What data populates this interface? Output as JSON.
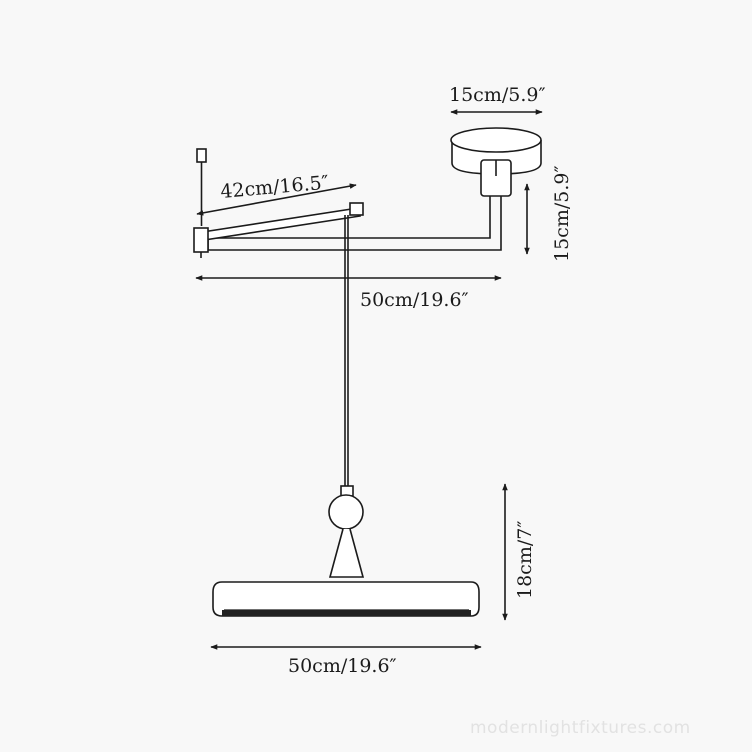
{
  "diagram": {
    "dimensions": {
      "canopy_width": "15cm/5.9″",
      "canopy_height": "15cm/5.9″",
      "arm_length": "42cm/16.5″",
      "overall_width": "50cm/19.6″",
      "shade_diameter": "50cm/19.6″",
      "shade_height": "18cm/7″"
    },
    "watermark": "modernlightfixtures.com",
    "colors": {
      "line": "#1b1b1b",
      "shade_fill": "#ffffff",
      "background": "#f8f8f8"
    }
  }
}
